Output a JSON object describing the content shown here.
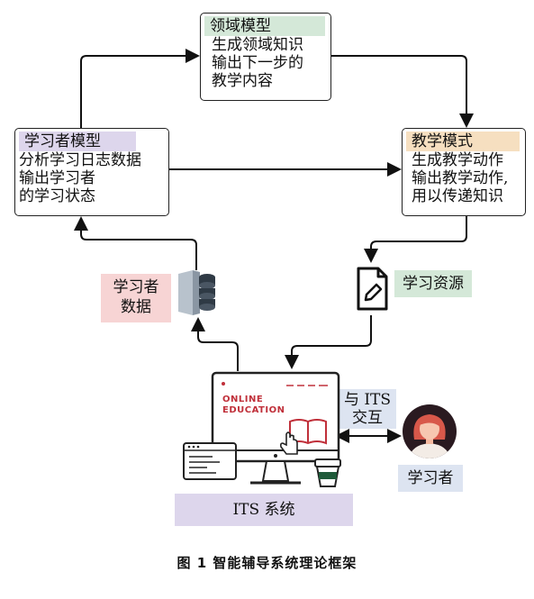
{
  "domain_model": {
    "title": "领域模型",
    "lines": [
      "生成领域知识",
      "输出下一步的",
      "教学内容"
    ]
  },
  "learner_model": {
    "title": "学习者模型",
    "lines": [
      "分析学习日志数据",
      "输出学习者",
      "的学习状态"
    ]
  },
  "teaching_model": {
    "title": "教学模式",
    "lines": [
      "生成教学动作",
      "输出教学动作,",
      "用以传递知识"
    ]
  },
  "learner_data": {
    "lines": [
      "学习者",
      "数据"
    ]
  },
  "learning_resource": {
    "label": "学习资源"
  },
  "interaction": {
    "lines": [
      "与 ITS",
      "交互"
    ]
  },
  "learner": {
    "label": "学习者"
  },
  "its_system": {
    "label": "ITS 系统"
  },
  "screen": {
    "line1": "ONLINE",
    "line2": "EDUCATION"
  },
  "caption": "图 1   智能辅导系统理论框架",
  "colors": {
    "green_tag": "#d4e8d8",
    "purple_tag": "#ddd6ec",
    "orange_tag": "#f6dfc0",
    "pink_tag": "#f7d4d4",
    "blue_tag": "#dde4f1",
    "its_bar": "#ddd6ec",
    "accent_red": "#c0303a"
  }
}
